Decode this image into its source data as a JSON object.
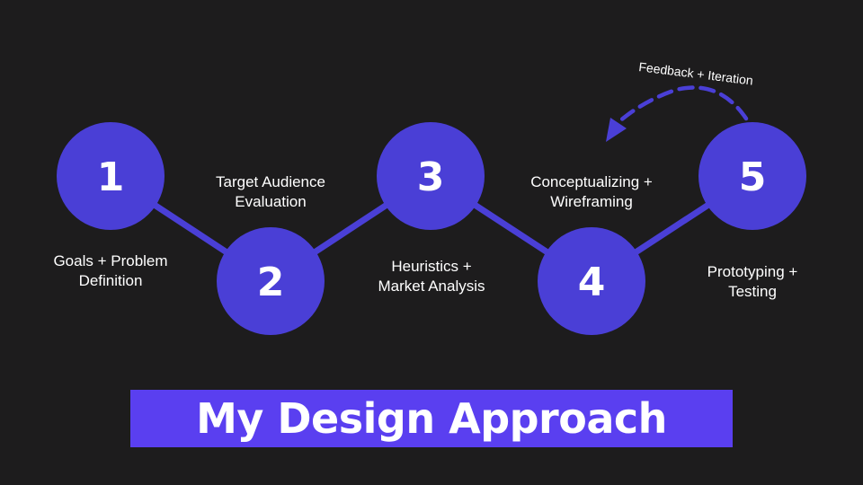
{
  "colors": {
    "background": "#1d1c1d",
    "circle": "#4a3fd6",
    "banner": "#5a3ff0",
    "text": "#ffffff"
  },
  "steps": [
    {
      "number": "1",
      "caption": "Goals + Problem\nDefinition"
    },
    {
      "number": "2",
      "caption": "Target Audience\nEvaluation"
    },
    {
      "number": "3",
      "caption": "Heuristics +\nMarket Analysis"
    },
    {
      "number": "4",
      "caption": "Conceptualizing +\nWireframing"
    },
    {
      "number": "5",
      "caption": "Prototyping +\nTesting"
    }
  ],
  "feedback": {
    "label": "Feedback + Iteration",
    "icon": "dashed-curved-arrow-icon"
  },
  "title": "My Design Approach"
}
